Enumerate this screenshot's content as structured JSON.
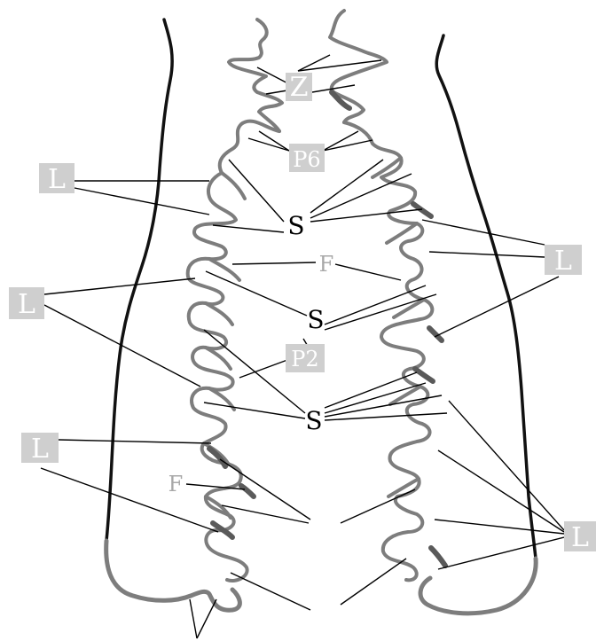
{
  "labels": {
    "L": "L",
    "S": "S",
    "F": "F",
    "Z": "Z",
    "P6": "P6",
    "P2": "P2"
  },
  "colors": {
    "outline": "#111111",
    "tissue": "#7d7d7d",
    "label_box": "#cfcfcf"
  }
}
